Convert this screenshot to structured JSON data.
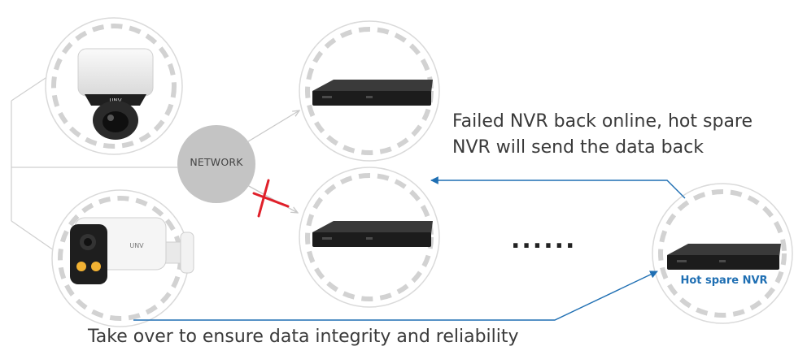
{
  "network": {
    "label": "NETWORK"
  },
  "hot_spare": {
    "label": "Hot spare NVR"
  },
  "captions": {
    "failed_back": [
      "Failed NVR back online, hot spare",
      "NVR will send the data back"
    ],
    "take_over": "Take over to ensure data integrity and reliability"
  },
  "ellipsis": "......",
  "colors": {
    "arrow_blue": "#1f6fb3",
    "cross_red": "#e0202a",
    "ring_gray": "#d2d2d2",
    "network_gray": "#c4c4c4"
  },
  "icons": [
    "dome-camera-icon",
    "bullet-camera-icon",
    "nvr-recorder-icon",
    "failure-cross-icon"
  ]
}
